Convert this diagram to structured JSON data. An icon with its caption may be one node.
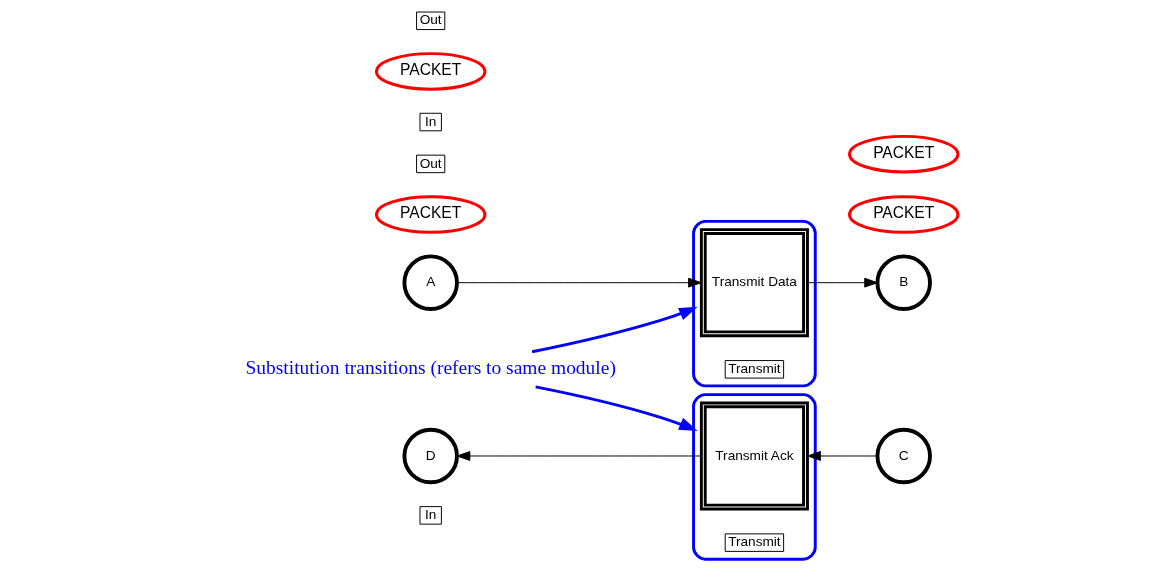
{
  "diagram": {
    "nodes": [
      {
        "text": [
          "In"
        ]
      },
      {
        "text": [
          "A"
        ]
      },
      {
        "text": [
          "PACKET"
        ]
      },
      {
        "text": [],
        "shape": "ellipse"
      },
      {
        "text": [
          "Transmit Data"
        ],
        "in": 3
      },
      {
        "text": [
          "Transmit"
        ],
        "in": 3
      },
      {
        "text": [
          "B"
        ]
      },
      {
        "text": [
          "Out"
        ]
      },
      {
        "text": [
          "PACKET"
        ]
      },
      {
        "text": [
          "Substitution transitions (refers to same module)"
        ]
      },
      {
        "text": [],
        "shape": "ellipse"
      },
      {
        "text": [
          "Transmit Ack"
        ],
        "in": 10
      },
      {
        "text": [
          "Transmit"
        ],
        "in": 10
      },
      {
        "text": [
          "In"
        ]
      },
      {
        "text": [
          "D"
        ]
      },
      {
        "text": [
          "PACKET"
        ]
      },
      {
        "text": [
          "C"
        ]
      },
      {
        "text": [
          "Out"
        ]
      },
      {
        "text": [
          "PACKET"
        ]
      }
    ],
    "edges": [
      {
        "from": 1,
        "to": 4,
        "arrow": "to"
      },
      {
        "from": 4,
        "to": 6,
        "arrow": "to"
      },
      {
        "from": 9,
        "to": 3,
        "arrow": "to",
        "color": "#0000ff",
        "style": "thick"
      },
      {
        "from": 9,
        "to": 10,
        "arrow": "to",
        "color": "#0000ff",
        "style": "thick"
      },
      {
        "from": 16,
        "to": 11,
        "arrow": "to"
      },
      {
        "from": 11,
        "to": 14,
        "arrow": "to"
      }
    ]
  }
}
